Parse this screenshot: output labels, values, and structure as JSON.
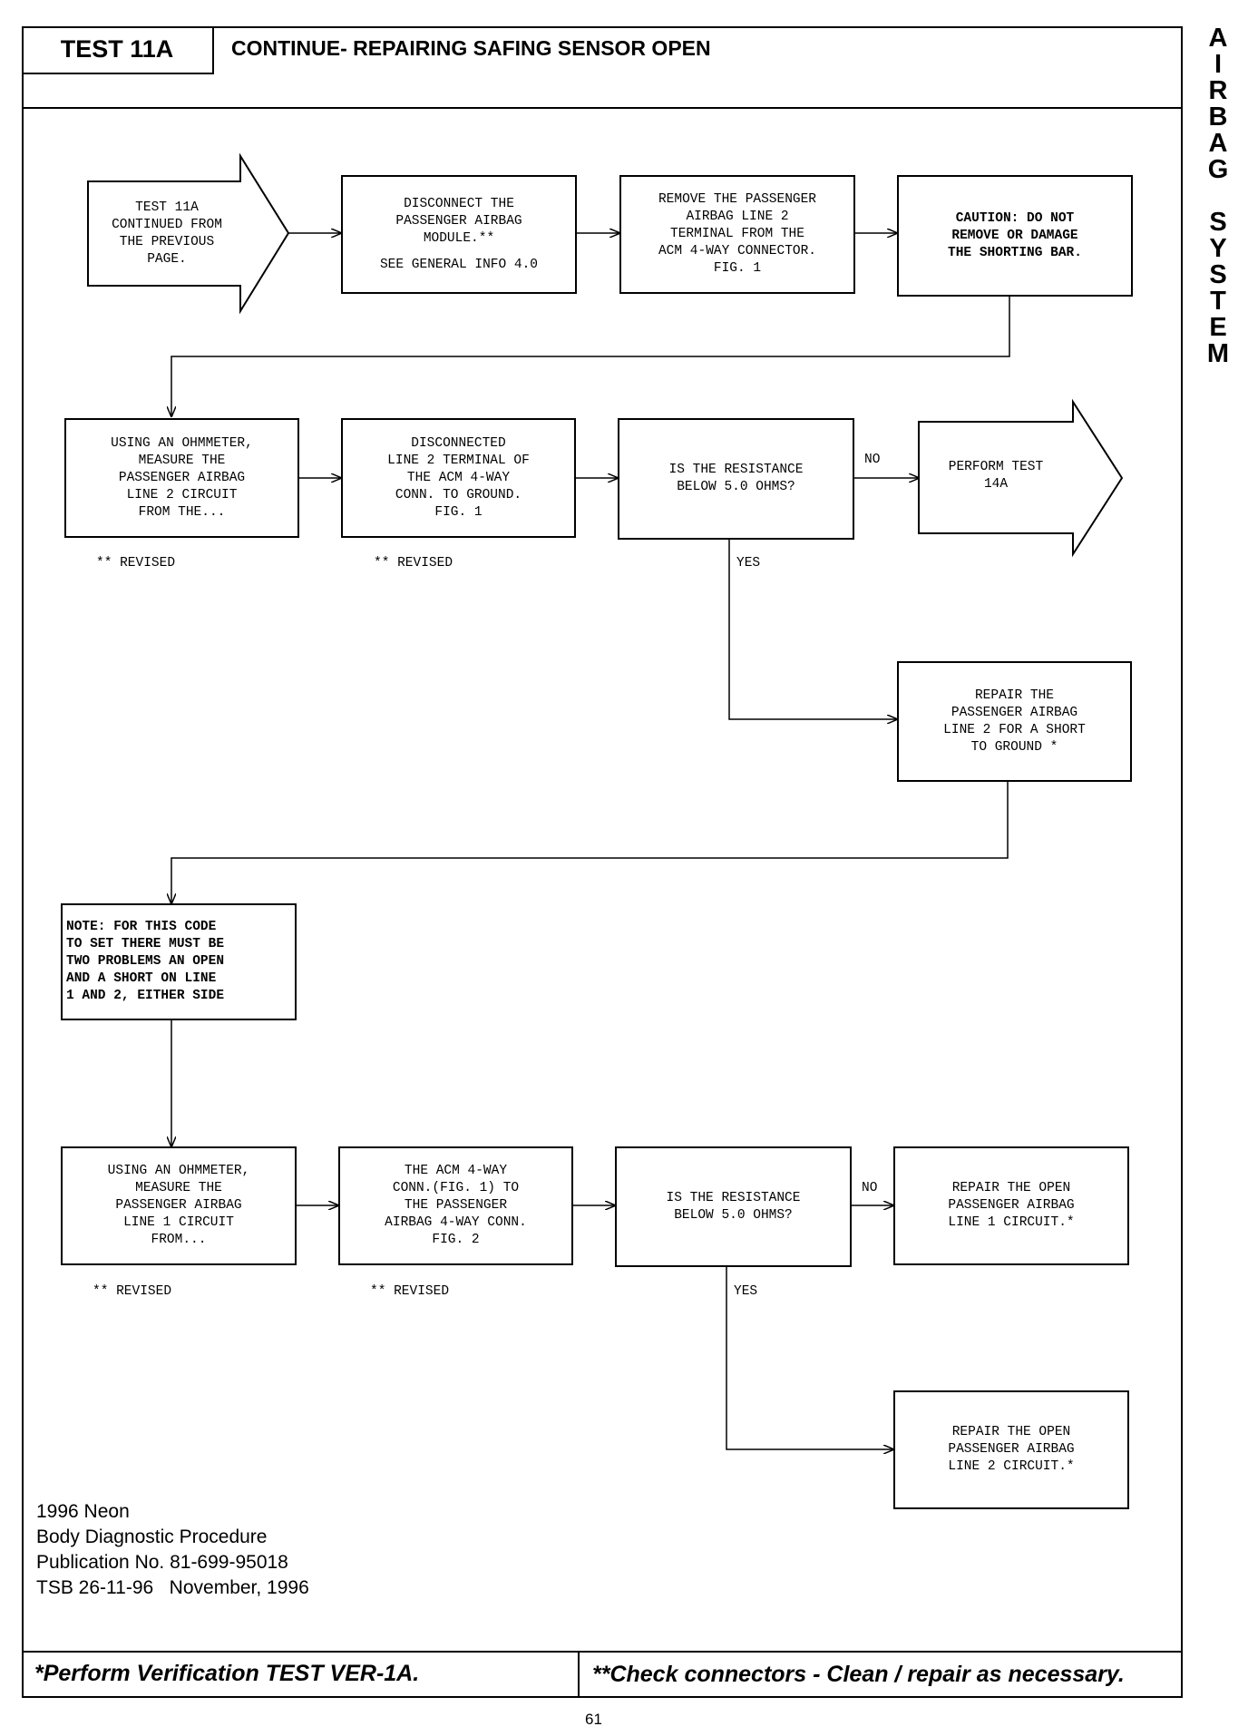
{
  "header": {
    "test_id": "TEST 11A",
    "title": "CONTINUE- REPAIRING SAFING SENSOR OPEN"
  },
  "side_label": [
    "A",
    "I",
    "R",
    "B",
    "A",
    "G",
    "",
    "S",
    "Y",
    "S",
    "T",
    "E",
    "M"
  ],
  "flow": {
    "start": "TEST 11A\nCONTINUED FROM\nTHE PREVIOUS\nPAGE.",
    "disconnect_module": "DISCONNECT THE\nPASSENGER AIRBAG\nMODULE.**",
    "disconnect_module_ref": "SEE GENERAL INFO 4.0",
    "remove_terminal": "REMOVE THE PASSENGER\nAIRBAG LINE 2\nTERMINAL FROM THE\nACM 4-WAY CONNECTOR.\nFIG. 1",
    "caution": "CAUTION: DO NOT\nREMOVE OR DAMAGE\nTHE SHORTING BAR.",
    "measure_line2": "USING AN OHMMETER,\nMEASURE THE\nPASSENGER AIRBAG\nLINE 2 CIRCUIT\nFROM THE...",
    "disconnected_line2": "DISCONNECTED\nLINE 2 TERMINAL OF\nTHE ACM 4-WAY\nCONN. TO GROUND.\nFIG. 1",
    "decision1": "IS THE RESISTANCE\nBELOW 5.0 OHMS?",
    "perform_14a": "PERFORM TEST\n14A",
    "repair_short": "REPAIR THE\nPASSENGER AIRBAG\nLINE 2 FOR A SHORT\nTO GROUND *",
    "note": "NOTE: FOR THIS CODE\nTO SET THERE MUST BE\nTWO PROBLEMS AN OPEN\nAND A SHORT ON LINE\n1 AND 2, EITHER SIDE",
    "measure_line1": "USING AN OHMMETER,\nMEASURE THE\nPASSENGER AIRBAG\nLINE 1 CIRCUIT\nFROM...",
    "acm_conn": "THE ACM 4-WAY\nCONN.(FIG. 1) TO\nTHE PASSENGER\nAIRBAG 4-WAY CONN.\nFIG. 2",
    "decision2": "IS THE RESISTANCE\nBELOW 5.0 OHMS?",
    "repair_open_line1": "REPAIR THE OPEN\nPASSENGER AIRBAG\nLINE 1 CIRCUIT.*",
    "repair_open_line2": "REPAIR THE OPEN\nPASSENGER AIRBAG\nLINE 2 CIRCUIT.*",
    "revised": "** REVISED",
    "no": "NO",
    "yes": "YES"
  },
  "publication": {
    "model": "1996 Neon",
    "doc": "Body Diagnostic Procedure",
    "pub_no": "Publication No. 81-699-95018",
    "tsb": "TSB 26-11-96   November, 1996"
  },
  "footer": {
    "left": "*Perform Verification TEST VER-1A.",
    "right": "**Check connectors - Clean / repair as necessary."
  },
  "page_number": "61"
}
